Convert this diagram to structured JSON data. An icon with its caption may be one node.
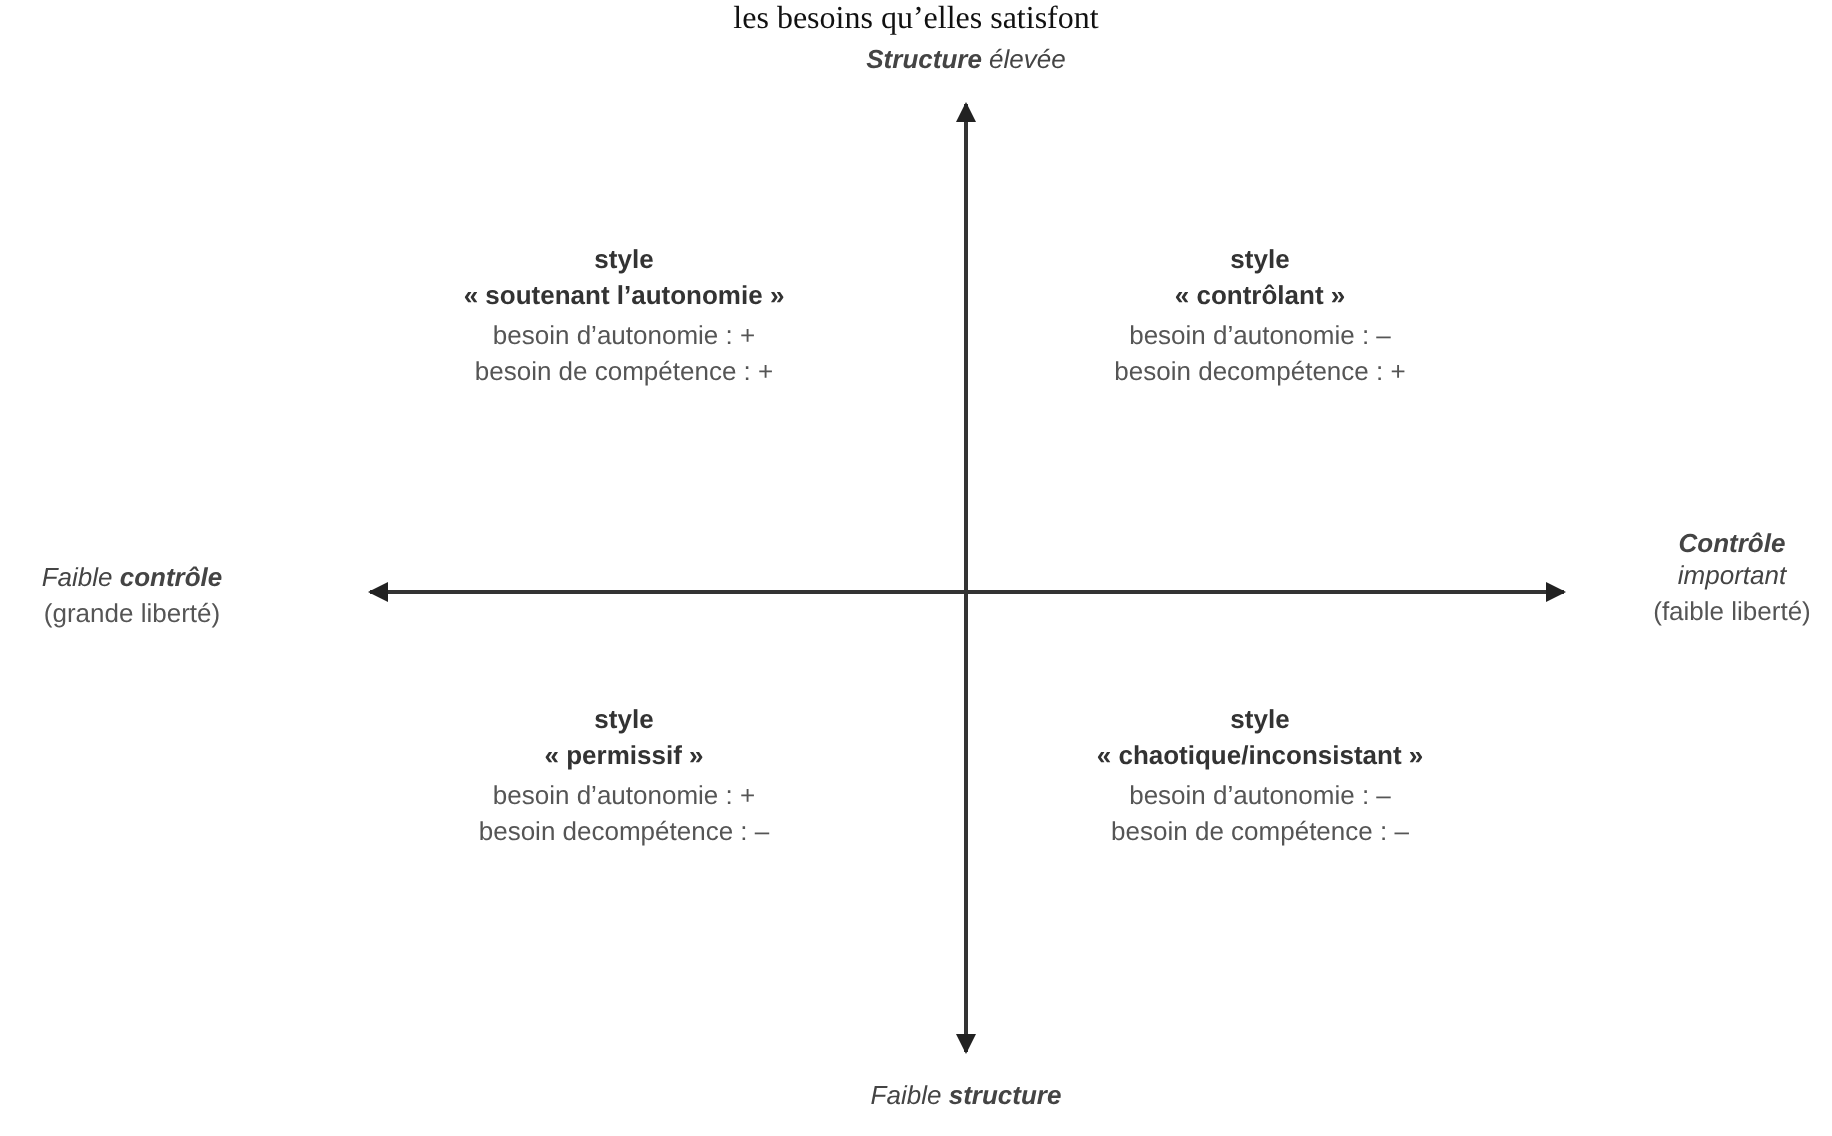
{
  "diagram": {
    "title": "les besoins qu’elles satisfont",
    "labels": [
      "**Structure** élevée",
      "style",
      "« soutenant l’autonomie »",
      "besoin d’autonomie : +",
      "besoin de compétence : +",
      "style",
      "« contrôlant »",
      "besoin d’autonomie : –",
      "besoin decompétence : +",
      "Faible **contrôle**",
      "(grande liberté)",
      "**Contrôle** important",
      "(faible liberté)",
      "style",
      "« permissif »",
      "besoin d’autonomie : +",
      "besoin decompétence : –",
      "style",
      "« chaotique/inconsistant »",
      "besoin d’autonomie : –",
      "besoin de compétence : –",
      "Faible **structure**"
    ]
  }
}
